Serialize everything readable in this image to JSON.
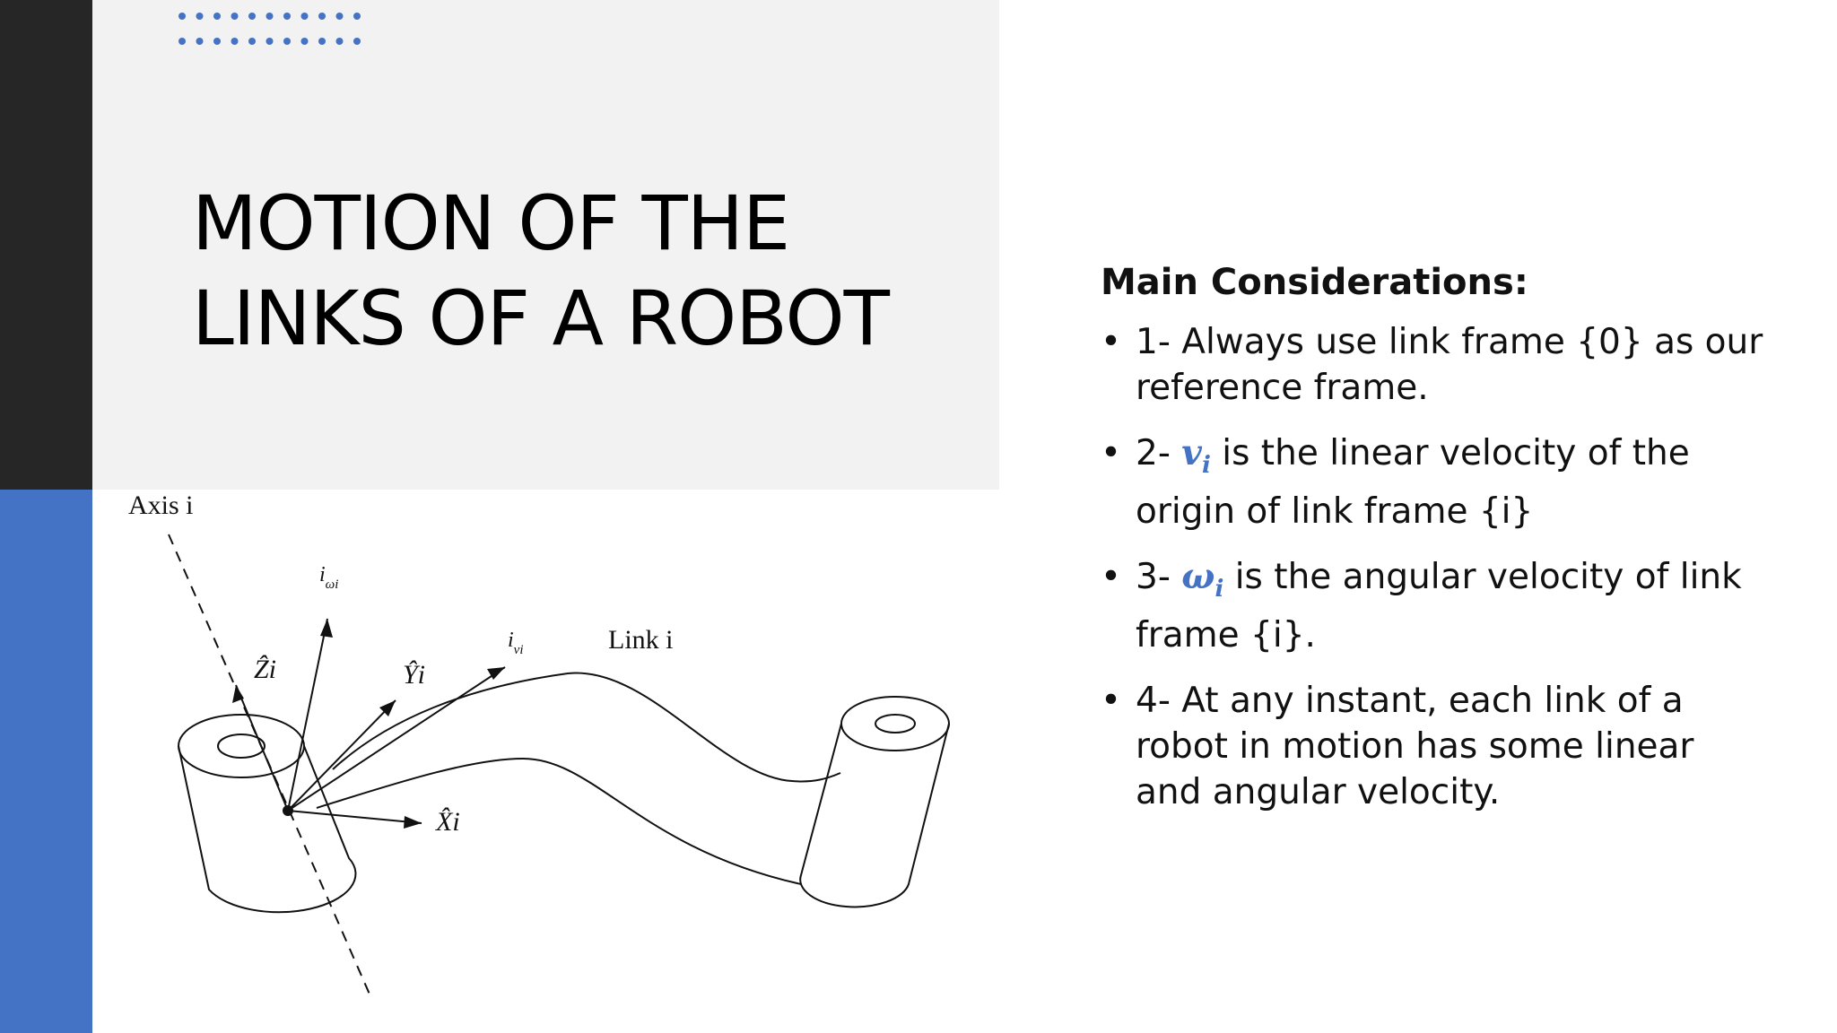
{
  "slide": {
    "title_line1": "MOTION OF THE",
    "title_line2": "LINKS OF A ROBOT",
    "colors": {
      "dark_bar": "#262626",
      "accent_blue": "#4472c4",
      "title_panel": "#f2f2f2"
    }
  },
  "figure": {
    "axis_label": "Axis i",
    "link_label": "Link i",
    "omega_label": "i",
    "omega_sub": "ωi",
    "v_label": "i",
    "v_sub": "vi",
    "z_label": "Ẑi",
    "y_label": "Ŷi",
    "x_label": "X̂i"
  },
  "content": {
    "heading": "Main Considerations:",
    "items": [
      {
        "text": "1- Always use link frame {0} as our\nreference frame."
      },
      {
        "prefix": "2- ",
        "symbol": "v",
        "sub": "i",
        "text": " is the linear velocity of the\norigin of link frame {i}"
      },
      {
        "prefix": "3- ",
        "symbol": "ω",
        "sub": "i",
        "text": " is the angular velocity of link\nframe {i}."
      },
      {
        "text": "4- At any instant, each link of a\nrobot in motion has some linear\nand angular velocity."
      }
    ]
  }
}
